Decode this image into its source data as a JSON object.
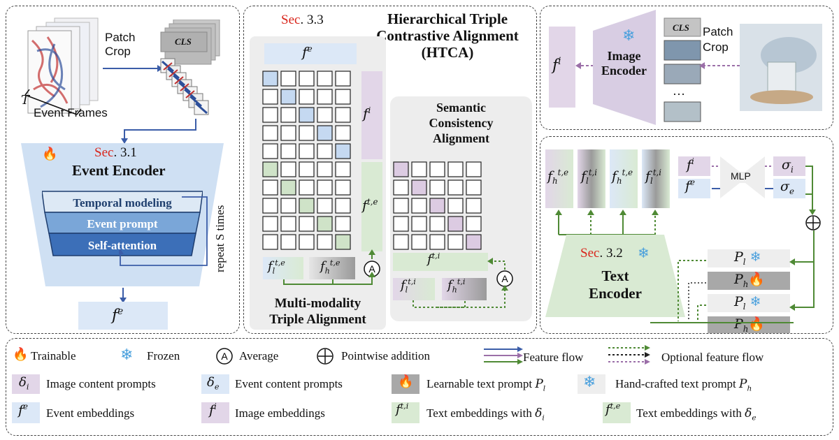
{
  "event_panel": {
    "patch_crop": "Patch Crop",
    "cls": "CLS",
    "T": "T",
    "event_frames": "Event Frames",
    "sec_prefix": "Sec",
    "sec_num": ". 3.1",
    "encoder_title": "Event Encoder",
    "layers": [
      "Temporal modeling",
      "Event prompt",
      "Self-attention"
    ],
    "repeat": "repeat S times",
    "output": "f"
  },
  "htca_panel": {
    "sec_prefix": "Sec",
    "sec_num": ". 3.3",
    "title_lines": [
      "Hierarchical Triple",
      "Contrastive Alignment",
      "(HTCA)"
    ],
    "mta_title": [
      "Multi-modality",
      "Triple Alignment"
    ],
    "sca_title": [
      "Semantic",
      "Consistency",
      "Alignment"
    ],
    "avg_symbol": "A"
  },
  "image_panel": {
    "encoder_label": [
      "Image",
      "Encoder"
    ],
    "cls": "CLS",
    "patch_crop": [
      "Patch",
      "Crop"
    ],
    "ellipsis": "…"
  },
  "text_panel": {
    "sec_prefix": "Sec",
    "sec_num": ". 3.2",
    "encoder_label": [
      "Text",
      "Encoder"
    ],
    "mlp": "MLP"
  },
  "legend": {
    "row1": [
      "Trainable",
      "Frozen",
      "Average",
      "Pointwise addition",
      "Feature flow",
      "Optional feature flow"
    ],
    "row2": [
      "Image content prompts",
      "Event content prompts",
      "Learnable text prompt",
      "Hand-crafted text prompt"
    ],
    "row3": [
      "Event embeddings",
      "Image embeddings",
      "Text embeddings with",
      "Text embeddings with"
    ]
  },
  "colors": {
    "event_blue": "#dce8f7",
    "image_purple": "#e2d6e8",
    "text_green": "#d9ead3",
    "encoder_light": "#c9dcf2",
    "layer_top": "#dbe8f4",
    "layer_mid": "#7aa6d8",
    "layer_bot": "#3c6fb8",
    "red_label": "#d9261c",
    "grid_blue": "#c5d9f1",
    "grid_green": "#cfe3c8",
    "grid_purple": "#dccbe2"
  }
}
